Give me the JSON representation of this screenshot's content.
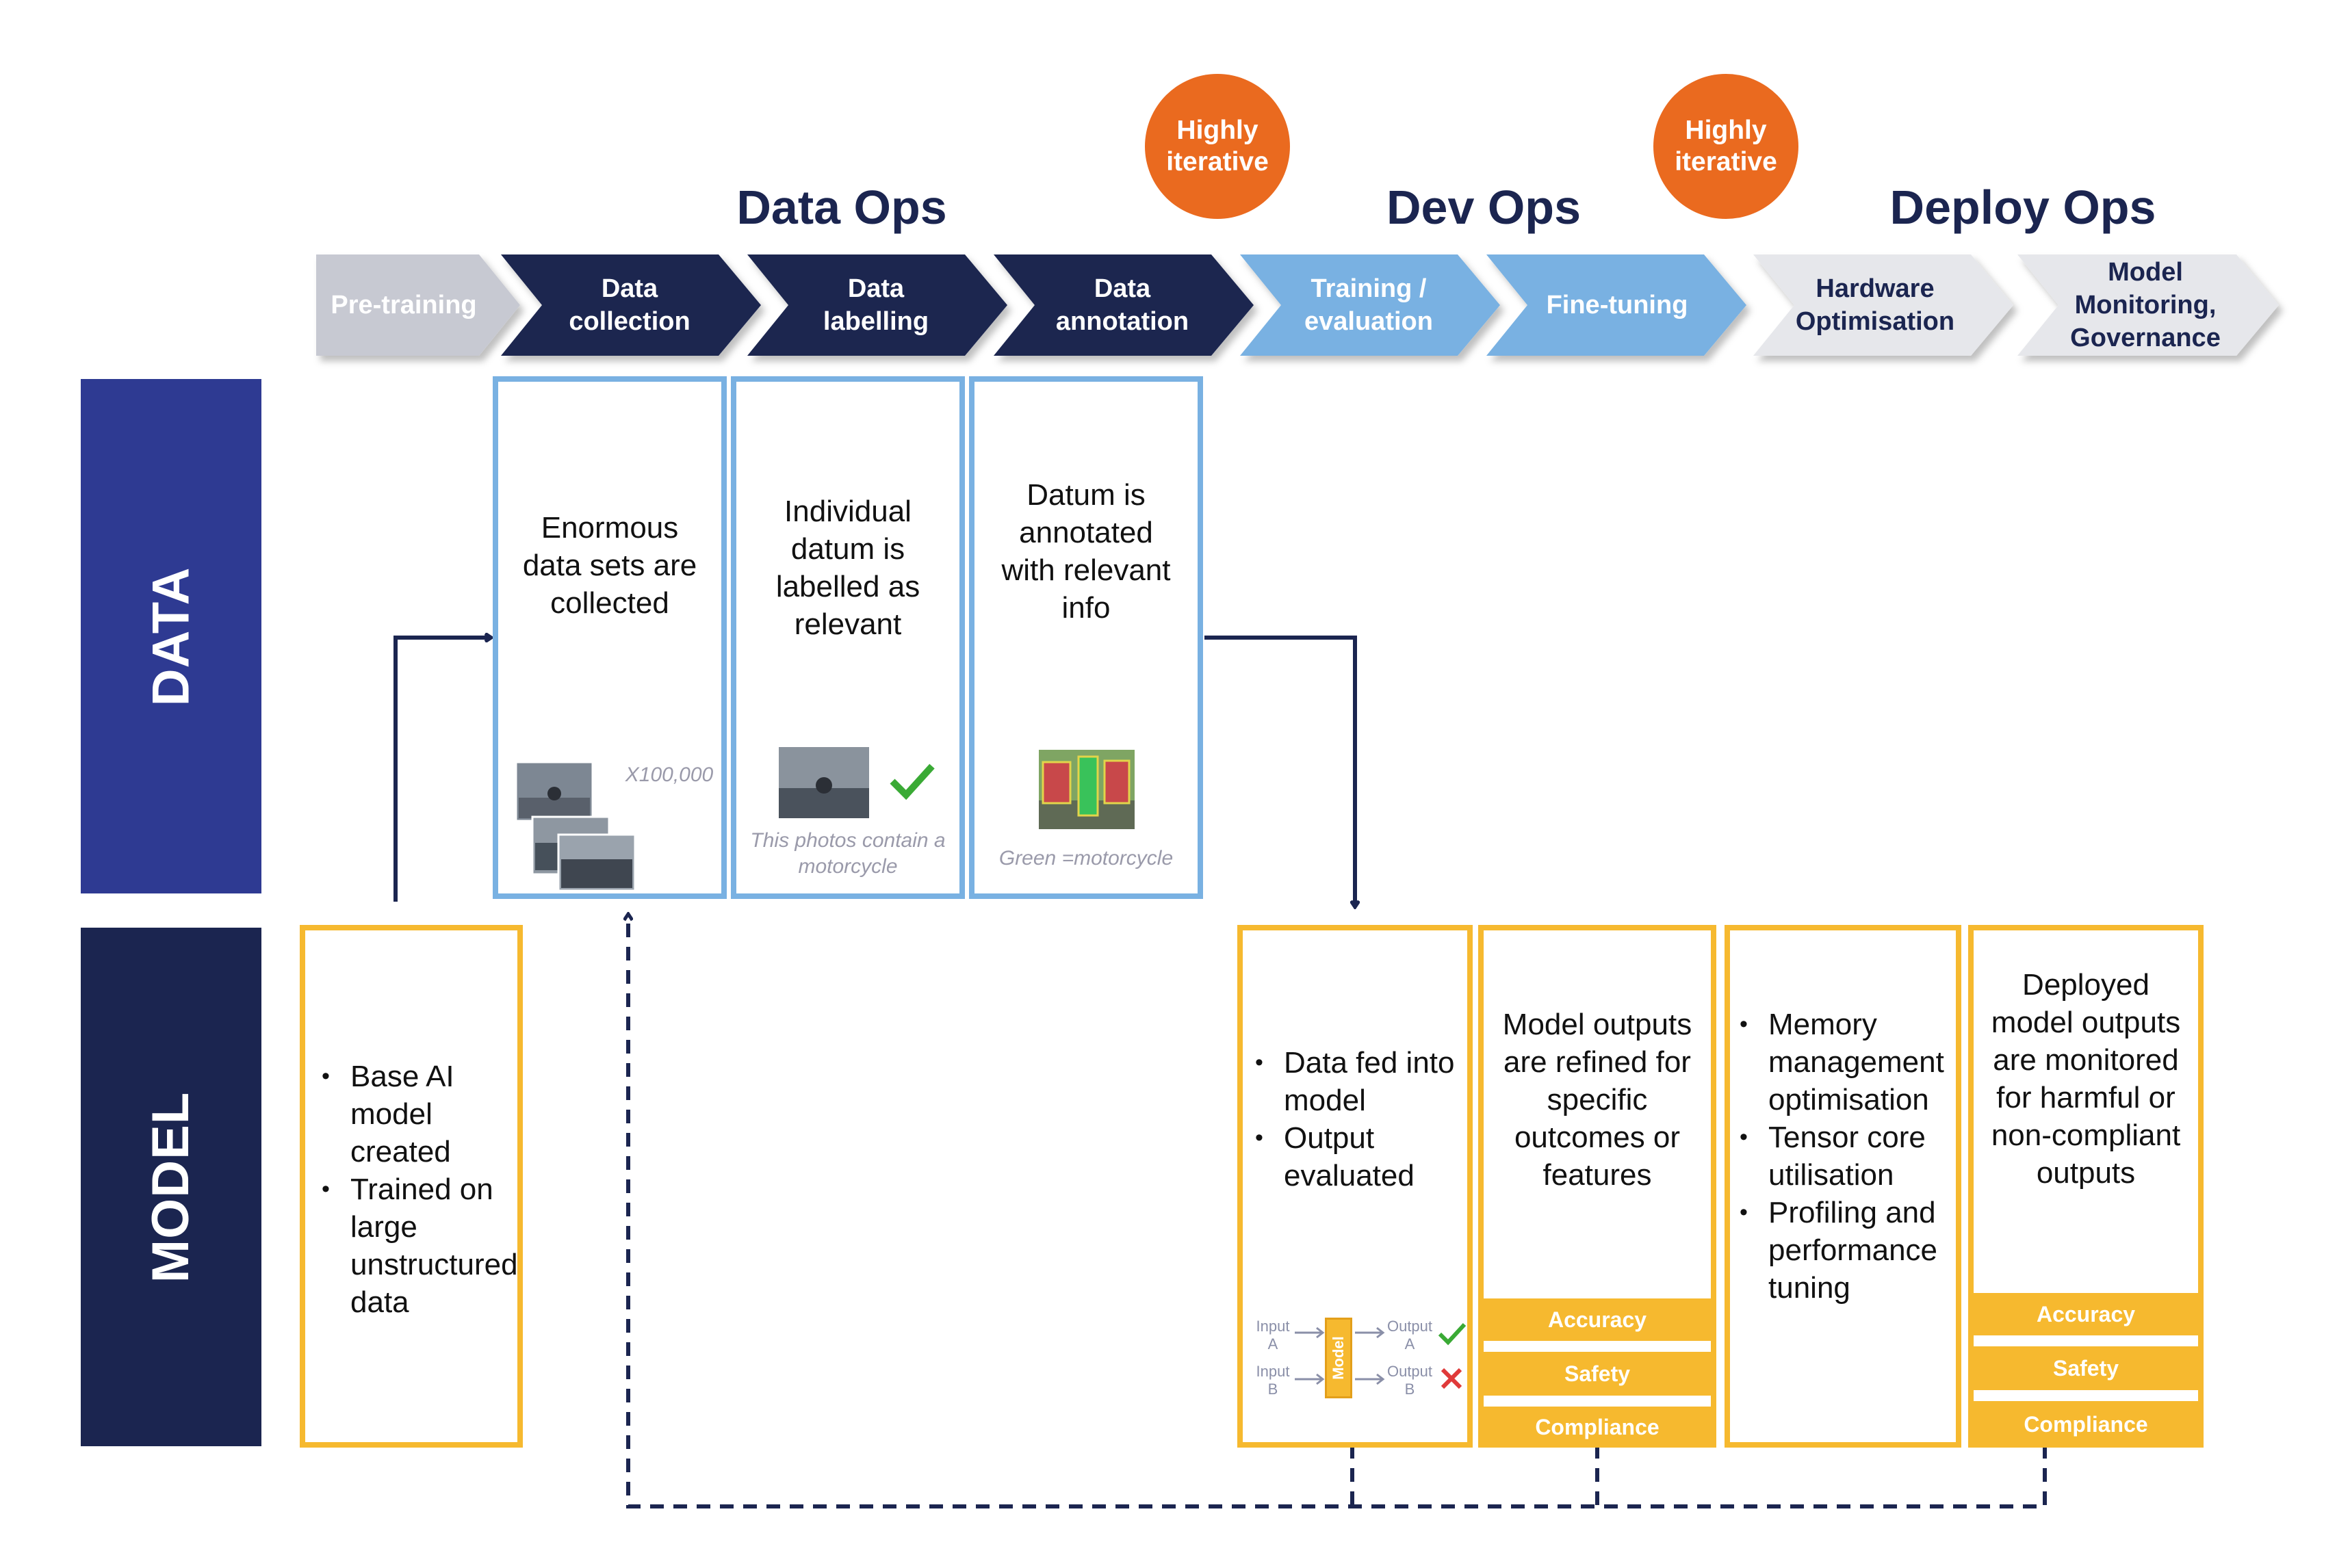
{
  "phases": {
    "data_ops": "Data Ops",
    "dev_ops": "Dev Ops",
    "deploy_ops": "Deploy Ops"
  },
  "badges": {
    "first": "Highly iterative",
    "second": "Highly iterative"
  },
  "stages": [
    {
      "label": "Pre-training",
      "color": "#c7c9d2",
      "text_color": "#ffffff"
    },
    {
      "label": "Data collection",
      "color": "#1b2550",
      "text_color": "#ffffff"
    },
    {
      "label": "Data labelling",
      "color": "#1b2550",
      "text_color": "#ffffff"
    },
    {
      "label": "Data annotation",
      "color": "#1b2550",
      "text_color": "#ffffff"
    },
    {
      "label": "Training / evaluation",
      "color": "#79b1e2",
      "text_color": "#ffffff"
    },
    {
      "label": "Fine-tuning",
      "color": "#79b1e2",
      "text_color": "#ffffff"
    },
    {
      "label": "Hardware Optimisation",
      "color": "#e6e7eb",
      "text_color": "#1b2550"
    },
    {
      "label": "Model Monitoring, Governance",
      "color": "#e6e7eb",
      "text_color": "#1b2550"
    }
  ],
  "rows": {
    "data": "DATA",
    "model": "MODEL"
  },
  "data_boxes": {
    "collection": {
      "text": "Enormous data sets are collected",
      "caption": "X100,000"
    },
    "labelling": {
      "text": "Individual datum is labelled as relevant",
      "caption": "This photos contain a motorcycle"
    },
    "annotation": {
      "text": "Datum is annotated with relevant info",
      "caption": "Green =motorcycle"
    }
  },
  "model_boxes": {
    "base": {
      "bullets": [
        "Base AI model created",
        "Trained on large unstructured data"
      ]
    },
    "training": {
      "bullets": [
        "Data fed into model",
        "Output evaluated"
      ],
      "mini": {
        "input_a": "Input A",
        "input_b": "Input B",
        "model": "Model",
        "output_a": "Output A",
        "output_b": "Output B"
      }
    },
    "finetune": {
      "text": "Model outputs are refined for specific outcomes or features",
      "metrics": [
        "Accuracy",
        "Safety",
        "Compliance"
      ]
    },
    "hardware": {
      "bullets": [
        "Memory management optimisation",
        "Tensor core utilisation",
        "Profiling and performance tuning"
      ]
    },
    "deploy": {
      "text": "Deployed model outputs are monitored for harmful or non-compliant outputs",
      "metrics": [
        "Accuracy",
        "Safety",
        "Compliance"
      ]
    }
  },
  "colors": {
    "navy": "#1b2550",
    "data_row": "#2e3a92",
    "light_blue": "#79b1e2",
    "yellow": "#f6b92f",
    "orange": "#ea6a1f",
    "check_green": "#3aaa35",
    "cross_red": "#e03a3a"
  }
}
